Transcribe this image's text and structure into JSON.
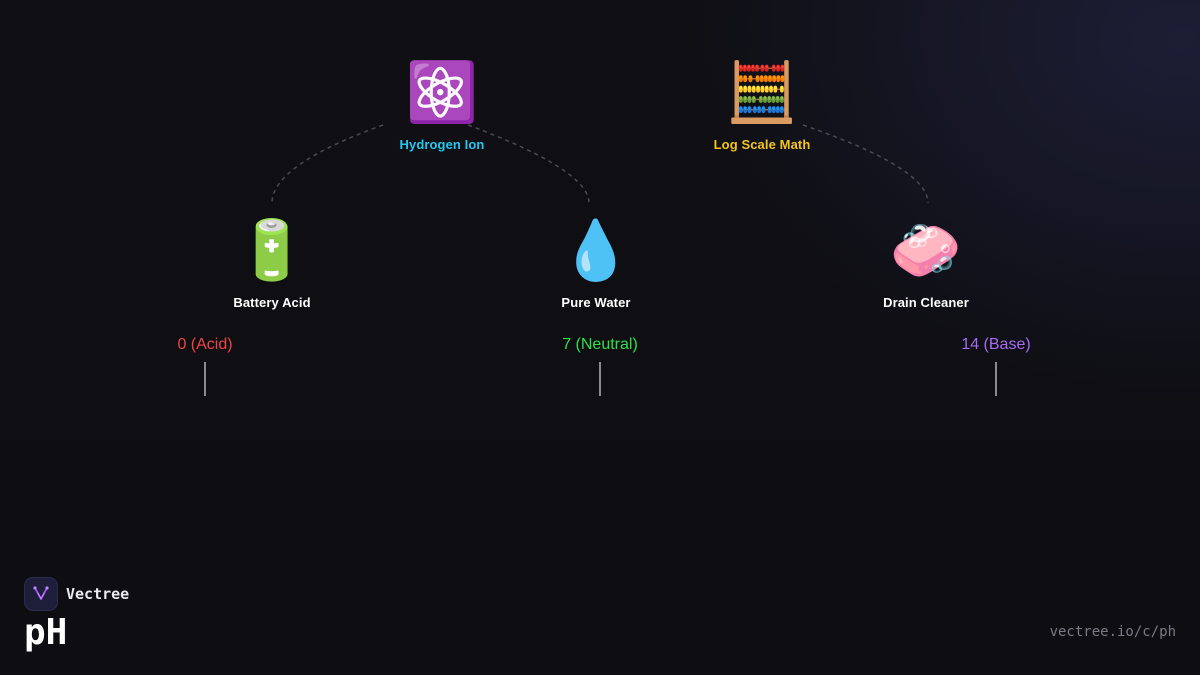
{
  "nodes": {
    "hydrogen_ion": {
      "label": "Hydrogen Ion",
      "emoji": "⚛️",
      "color": "#22c7f0"
    },
    "log_scale_math": {
      "label": "Log Scale Math",
      "emoji": "🧮",
      "color": "#f5c518"
    },
    "battery_acid": {
      "label": "Battery Acid",
      "emoji": "🔋",
      "color": "#ffffff"
    },
    "pure_water": {
      "label": "Pure Water",
      "emoji": "💧",
      "color": "#ffffff"
    },
    "drain_cleaner": {
      "label": "Drain Cleaner",
      "emoji": "🧼",
      "color": "#ffffff"
    }
  },
  "scale": {
    "acid": {
      "label": "0 (Acid)",
      "color": "#f04444"
    },
    "neutral": {
      "label": "7 (Neutral)",
      "color": "#2fe04a"
    },
    "base": {
      "label": "14 (Base)",
      "color": "#a66cf2"
    }
  },
  "connector_color": "#4a4a55",
  "brand": {
    "name": "Vectree",
    "accent": "#a855f7"
  },
  "title": "pH",
  "footer": {
    "url": "vectree.io/c/ph"
  }
}
